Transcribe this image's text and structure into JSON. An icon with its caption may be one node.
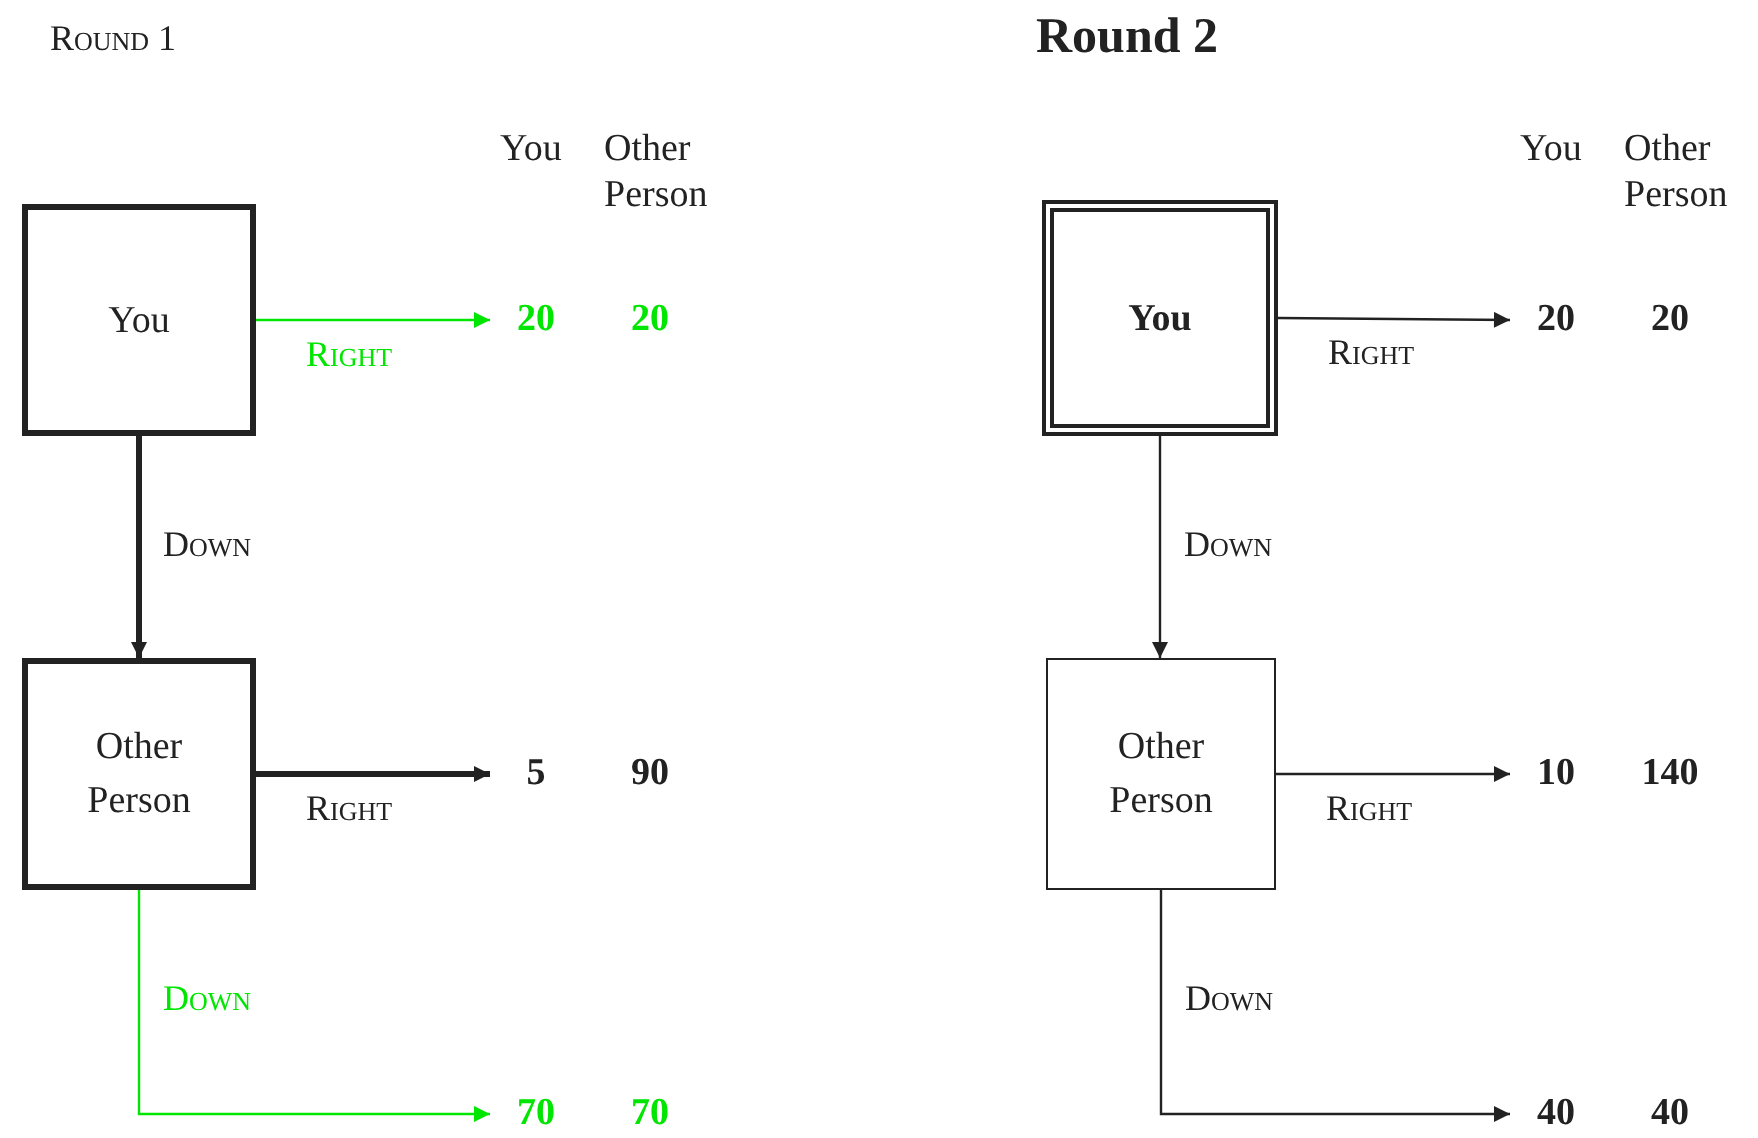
{
  "diagram": {
    "nodes": [
      {
        "text": [
          "You"
        ]
      },
      {
        "text": [
          "20",
          "20"
        ]
      },
      {
        "text": [
          "Other Person"
        ]
      },
      {
        "text": [
          "5",
          "90"
        ]
      },
      {
        "text": [
          "70",
          "70"
        ]
      },
      {
        "text": [
          "You"
        ]
      },
      {
        "text": [
          "20",
          "20"
        ]
      },
      {
        "text": [
          "Other Person"
        ]
      },
      {
        "text": [
          "10",
          "140"
        ]
      },
      {
        "text": [
          "40",
          "40"
        ]
      }
    ],
    "edges": [
      {
        "from": 0,
        "to": 1,
        "arrow": "to",
        "label": "Right",
        "color": "#00e600"
      },
      {
        "from": 0,
        "to": 2,
        "arrow": "to",
        "label": "Down",
        "style": "thick"
      },
      {
        "from": 2,
        "to": 3,
        "arrow": "to",
        "label": "Right",
        "style": "thick"
      },
      {
        "from": 2,
        "to": 4,
        "arrow": "to",
        "label": "Down",
        "color": "#00e600"
      },
      {
        "from": 5,
        "to": 6,
        "arrow": "to",
        "label": "Right"
      },
      {
        "from": 5,
        "to": 7,
        "arrow": "to",
        "label": "Down"
      },
      {
        "from": 7,
        "to": 8,
        "arrow": "to",
        "label": "Right"
      },
      {
        "from": 7,
        "to": 9,
        "arrow": "to",
        "label": "Down"
      }
    ],
    "labels": [
      "Round 1",
      "You",
      "Other Person",
      "Round 2",
      "You",
      "Other Person"
    ]
  }
}
